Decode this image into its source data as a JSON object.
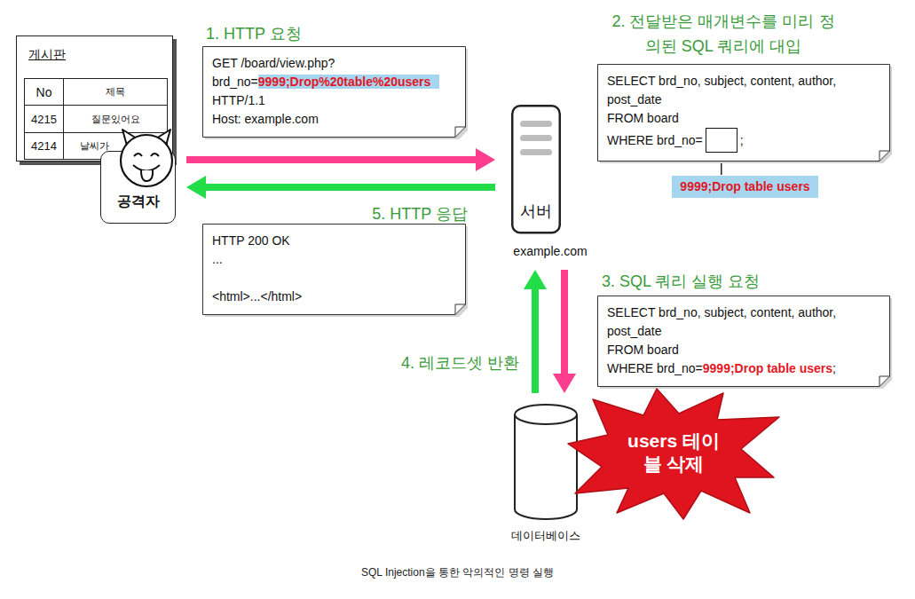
{
  "diagram": {
    "caption": "SQL Injection을 통한 악의적인 명령 실행",
    "nodes": [
      {
        "text": [
          "게시판"
        ]
      },
      {
        "text": [
          "No"
        ],
        "in": 0
      },
      {
        "text": [
          "제목"
        ],
        "in": 0
      },
      {
        "text": [
          "4215"
        ],
        "in": 0
      },
      {
        "text": [
          "질문있어요"
        ],
        "in": 0
      },
      {
        "text": [
          "4214"
        ],
        "in": 0
      },
      {
        "text": [
          "날씨가"
        ],
        "in": 0
      },
      {
        "text": [
          "공격자"
        ]
      },
      {
        "text": [
          "GET /board/view.php?",
          "brd_no=",
          "9999;Drop%20table%20users",
          "HTTP/1.1",
          "Host: example.com"
        ]
      },
      {
        "text": [
          "HTTP 200 OK",
          "...",
          "<html>...</html>"
        ]
      },
      {
        "text": [
          "서버",
          "example.com"
        ]
      },
      {
        "text": [
          "SELECT brd_no, subject, content, author, post_date",
          "FROM board",
          "WHERE brd_no=",
          ";"
        ]
      },
      {
        "text": [
          "9999;Drop table users"
        ]
      },
      {
        "text": [
          "SELECT brd_no, subject, content, author, post_date",
          "FROM board",
          "WHERE brd_no=",
          "9999;Drop table users",
          ";"
        ]
      },
      {
        "text": [
          "데이터베이스"
        ]
      },
      {
        "text": [
          "users 테이블 삭제"
        ]
      }
    ],
    "edges": [
      {
        "from": 7,
        "to": 10,
        "arrow": "to"
      },
      {
        "from": 10,
        "to": 7,
        "arrow": "to"
      },
      {
        "from": 10,
        "to": 14,
        "arrow": "to"
      },
      {
        "from": 14,
        "to": 10,
        "arrow": "to"
      }
    ],
    "labels": [
      "1. HTTP 요청",
      "2. 전달받은 매개변수를 미리 정의된 SQL 쿼리에 대입",
      "3. SQL 쿼리 실행 요청",
      "4. 레코드셋 반환",
      "5. HTTP 응답"
    ]
  }
}
